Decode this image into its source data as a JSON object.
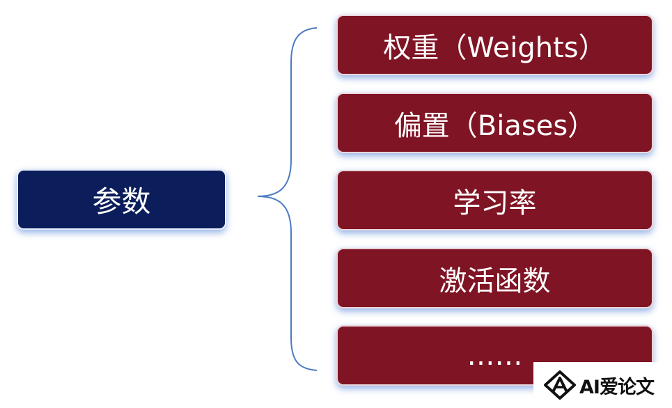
{
  "root": {
    "label": "参数"
  },
  "items": [
    {
      "label": "权重（Weights）"
    },
    {
      "label": "偏置（Biases）"
    },
    {
      "label": "学习率"
    },
    {
      "label": "激活函数"
    },
    {
      "label": "……"
    }
  ],
  "watermark": {
    "text": "AI爱论文",
    "icon": "a-triangle-logo-icon"
  },
  "colors": {
    "root_fill": "#0b1e5b",
    "item_fill": "#7f1424",
    "brace_stroke": "#4a7ac0",
    "glow": "#6e96dc"
  }
}
